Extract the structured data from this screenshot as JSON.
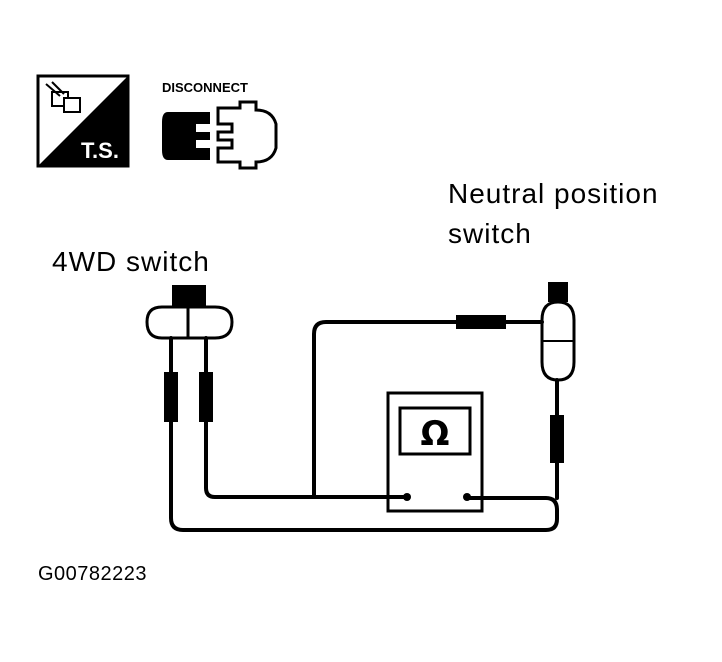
{
  "icons": {
    "ts_badge": {
      "name": "ts-test-icon",
      "text": "T.S."
    },
    "disconnect": {
      "name": "disconnect-connector-icon",
      "text": "DISCONNECT"
    }
  },
  "labels": {
    "four_wd_switch": "4WD  switch",
    "neutral_line1": "Neutral  position",
    "neutral_line2": "switch",
    "figure_id": "G00782223"
  },
  "meter": {
    "symbol": "Ω"
  },
  "colors": {
    "ink": "#000000",
    "paper": "#ffffff"
  }
}
